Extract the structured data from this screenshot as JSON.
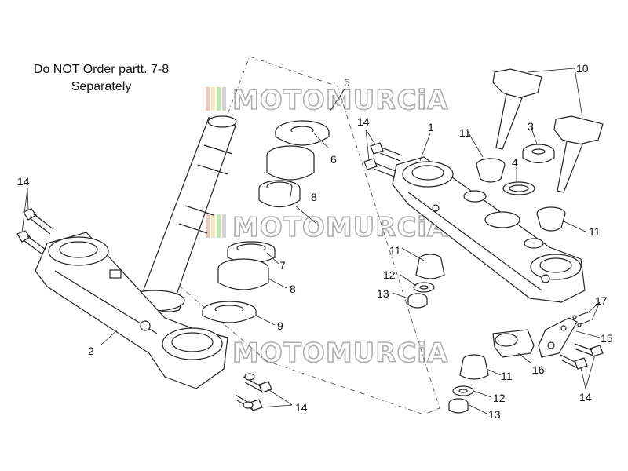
{
  "note": {
    "line1": "Do NOT Order partt. 7-8",
    "line2": "Separately"
  },
  "watermark": {
    "text": "MOTOMURCiA",
    "bar_colors": [
      "#e8b9a8",
      "#f4e39c",
      "#b9dba6",
      "#c9c9c9"
    ]
  },
  "callouts": {
    "c1": "1",
    "c2": "2",
    "c3": "3",
    "c4": "4",
    "c5": "5",
    "c6": "6",
    "c7": "7",
    "c8a": "8",
    "c8b": "8",
    "c9": "9",
    "c10": "10",
    "c11a": "11",
    "c11b": "11",
    "c11c": "11",
    "c11d": "11",
    "c12a": "12",
    "c12b": "12",
    "c13a": "13",
    "c13b": "13",
    "c14a": "14",
    "c14b": "14",
    "c14c": "14",
    "c14d": "14",
    "c15": "15",
    "c16": "16",
    "c17": "17"
  }
}
